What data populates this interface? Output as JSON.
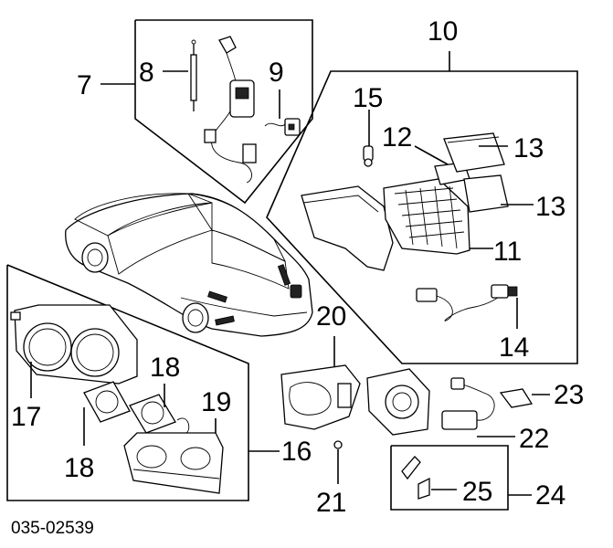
{
  "diagram": {
    "callouts": {
      "c7": "7",
      "c8": "8",
      "c9": "9",
      "c10": "10",
      "c11": "11",
      "c12": "12",
      "c13a": "13",
      "c13b": "13",
      "c14": "14",
      "c15": "15",
      "c16": "16",
      "c17": "17",
      "c18a": "18",
      "c18b": "18",
      "c19": "19",
      "c20": "20",
      "c21": "21",
      "c22": "22",
      "c23": "23",
      "c24": "24",
      "c25": "25"
    },
    "drawing_code": "035-02539"
  },
  "colors": {
    "line": "#000000",
    "background": "#ffffff"
  }
}
